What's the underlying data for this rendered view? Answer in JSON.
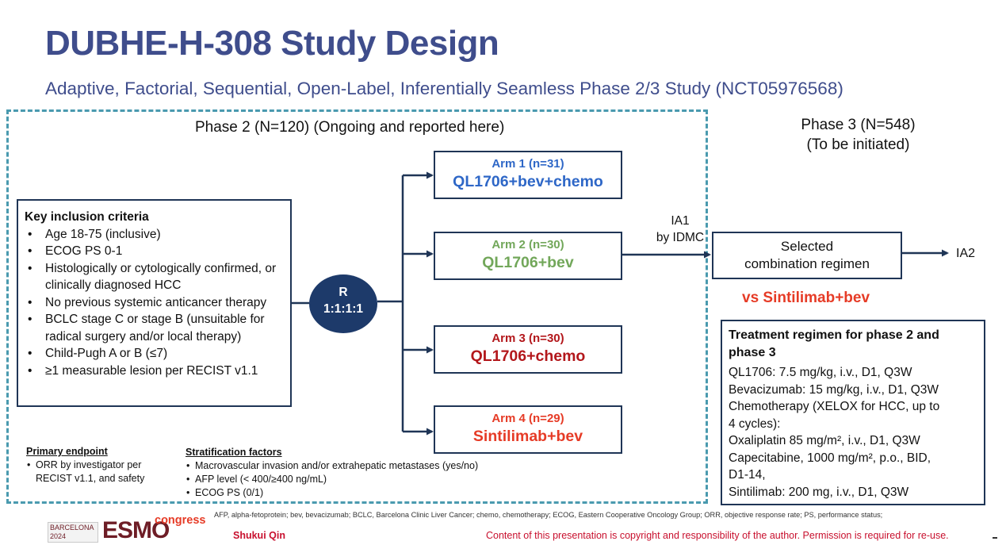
{
  "header": {
    "title": "DUBHE-H-308 Study Design",
    "subtitle": "Adaptive, Factorial, Sequential, Open-Label, Inferentially Seamless Phase 2/3 Study (NCT05976568)"
  },
  "phase2": {
    "label": "Phase 2 (N=120) (Ongoing and reported here)"
  },
  "phase3": {
    "line1": "Phase 3 (N=548)",
    "line2": "(To be initiated)"
  },
  "criteria": {
    "heading": "Key inclusion criteria",
    "items": [
      "Age 18-75 (inclusive)",
      "ECOG PS 0-1",
      "Histologically or cytologically confirmed, or clinically diagnosed HCC",
      "No previous systemic anticancer therapy",
      "BCLC stage C or stage B (unsuitable for radical surgery and/or local therapy)",
      "Child-Pugh A or B (≤7)",
      "≥1 measurable lesion per RECIST v1.1"
    ]
  },
  "randomization": {
    "line1": "R",
    "line2": "1:1:1:1"
  },
  "arms": [
    {
      "n": "Arm 1 (n=31)",
      "treatment": "QL1706+bev+chemo",
      "color": "#2e67c7"
    },
    {
      "n": "Arm 2 (n=30)",
      "treatment": "QL1706+bev",
      "color": "#72a75a"
    },
    {
      "n": "Arm 3 (n=30)",
      "treatment": "QL1706+chemo",
      "color": "#b3171b"
    },
    {
      "n": "Arm 4 (n=29)",
      "treatment": "Sintilimab+bev",
      "color": "#e63b26"
    }
  ],
  "ia1": {
    "line1": "IA1",
    "line2": "by IDMC"
  },
  "selected": {
    "line1": "Selected",
    "line2": "combination regimen"
  },
  "ia2": "IA2",
  "comparator": "vs Sintilimab+bev",
  "treatment_box": {
    "heading": "Treatment regimen for phase 2 and phase 3",
    "lines": [
      "QL1706: 7.5 mg/kg, i.v., D1, Q3W",
      "Bevacizumab: 15 mg/kg, i.v., D1, Q3W",
      "Chemotherapy (XELOX for HCC, up to",
      "4 cycles):",
      "Oxaliplatin 85 mg/m², i.v., D1, Q3W",
      "Capecitabine, 1000 mg/m², p.o., BID,",
      "D1-14,",
      "Sintilimab: 200 mg, i.v., D1, Q3W"
    ]
  },
  "primary_endpoint": {
    "heading": "Primary endpoint",
    "items": [
      "ORR by investigator per RECIST v1.1, and safety"
    ]
  },
  "stratification": {
    "heading": "Stratification factors",
    "items": [
      "Macrovascular invasion and/or extrahepatic metastases (yes/no)",
      "AFP level (< 400/≥400 ng/mL)",
      "ECOG PS (0/1)"
    ]
  },
  "footnote": "AFP, alpha-fetoprotein; bev, bevacizumab; BCLC, Barcelona Clinic Liver Cancer; chemo, chemotherapy; ECOG, Eastern Cooperative Oncology Group; ORR, objective response rate; PS, performance status;",
  "footer": {
    "logo_city": "BARCELONA",
    "logo_year": "2024",
    "logo_brand": "ESMO",
    "logo_congress": "congress",
    "author": "Shukui Qin",
    "copyright": "Content of this presentation is copyright and responsibility of the author. Permission is required for re-use."
  },
  "colors": {
    "title": "#3f4d8c",
    "navy": "#1f3556",
    "dash": "#4a9aaf"
  }
}
